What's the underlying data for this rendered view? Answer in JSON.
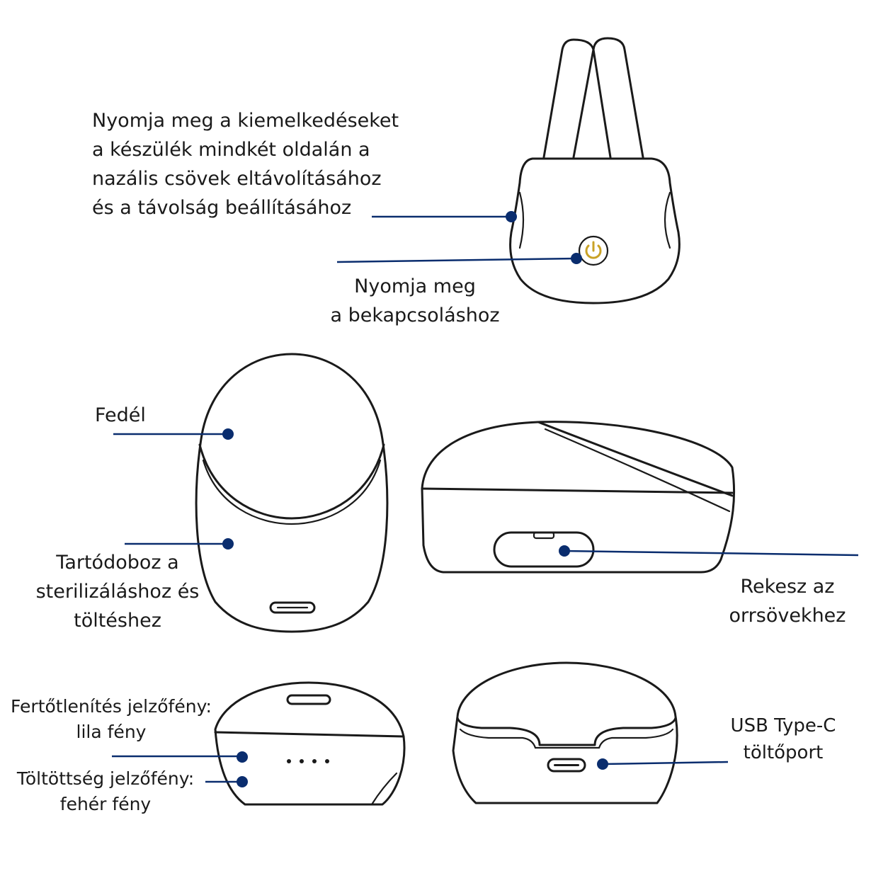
{
  "colors": {
    "accent": "#0a2d6e",
    "ink": "#1a1a1a",
    "power_icon": "#c9a227"
  },
  "labels": {
    "tabs_release": "Nyomja meg a kiemelkedéseket\na készülék mindkét oldalán a\nnazális csövek eltávolításához\nés a távolság beállításához",
    "power": "Nyomja meg\na bekapcsoláshoz",
    "lid": "Fedél",
    "case": "Tartódoboz a\nsterilizáláshoz és\ntöltéshez",
    "compartment": "Rekesz az\norrsövekhez",
    "disinfection_light": "Fertőtlenítés jelzőfény:\nlila fény",
    "charge_light": "Töltöttség jelzőfény:\nfehér fény",
    "usb_port": "USB Type-C\ntöltőport"
  },
  "icons": [
    "power-icon",
    "callout-dot"
  ]
}
